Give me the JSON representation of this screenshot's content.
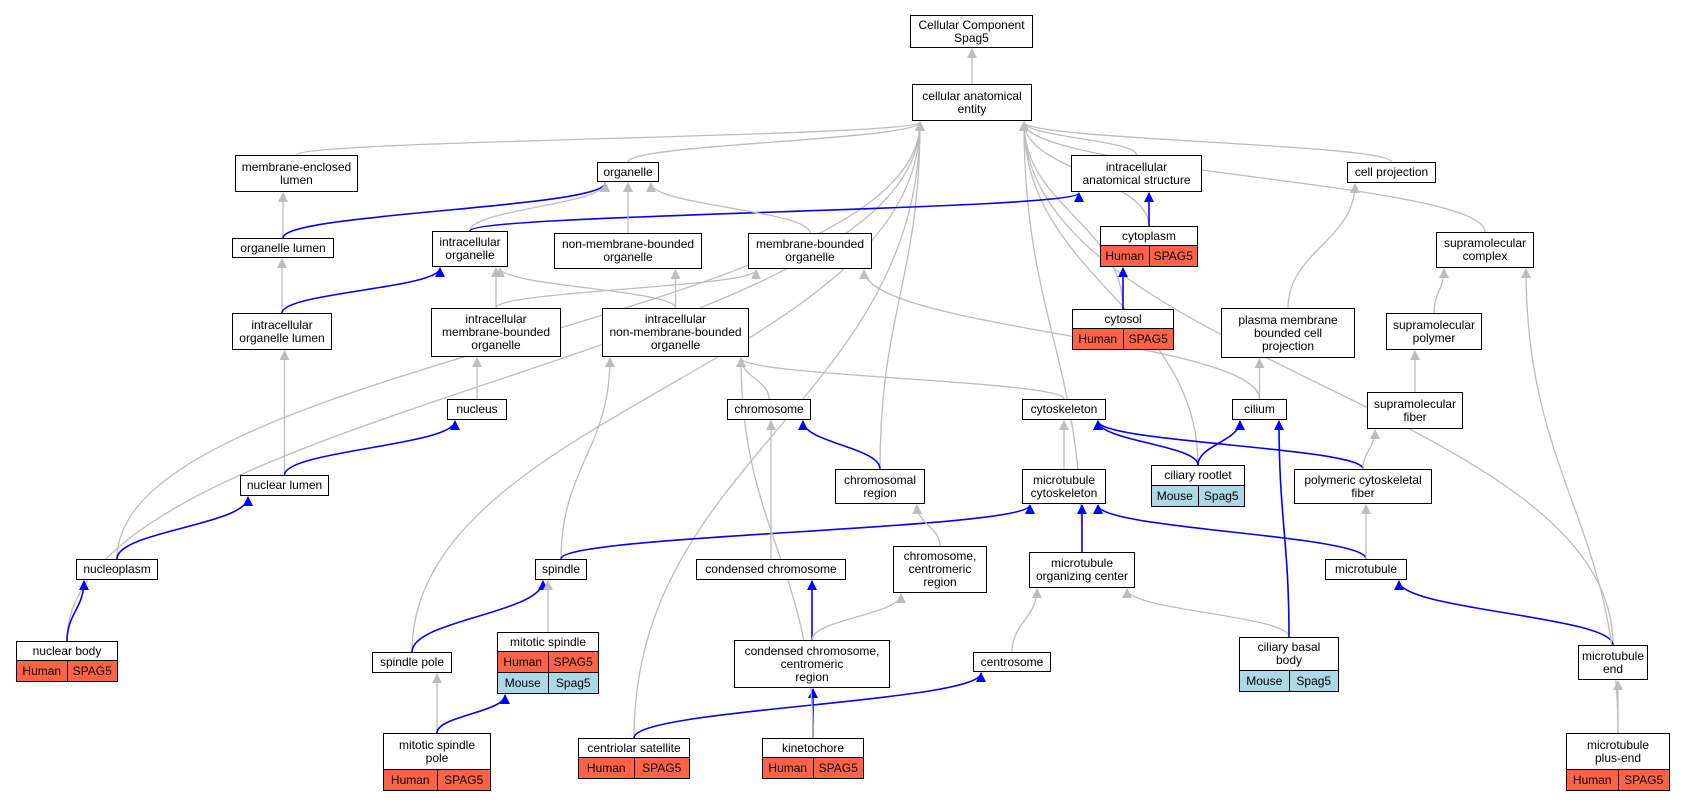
{
  "colors": {
    "is_a": "#bdbdbd",
    "part_of": "#0000ff",
    "human": "#ff6347",
    "mouse": "#add8e6"
  },
  "nodes": {
    "root": {
      "label": "Cellular Component\nSpag5"
    },
    "cae": {
      "label": "cellular anatomical\nentity"
    },
    "mel": {
      "label": "membrane-enclosed\nlumen"
    },
    "organelle": {
      "label": "organelle"
    },
    "ias": {
      "label": "intracellular\nanatomical structure"
    },
    "cellproj": {
      "label": "cell projection"
    },
    "orglumen": {
      "label": "organelle lumen"
    },
    "intorg": {
      "label": "intracellular\norganelle"
    },
    "nmbo": {
      "label": "non-membrane-bounded\norganelle"
    },
    "mbo": {
      "label": "membrane-bounded\norganelle"
    },
    "cytoplasm": {
      "label": "cytoplasm",
      "tags": [
        {
          "species": "Human",
          "gene": "SPAG5"
        }
      ]
    },
    "smc": {
      "label": "supramolecular\ncomplex"
    },
    "iol": {
      "label": "intracellular\norganelle lumen"
    },
    "imbo": {
      "label": "intracellular\nmembrane-bounded\norganelle"
    },
    "inmbo": {
      "label": "intracellular\nnon-membrane-bounded\norganelle"
    },
    "cytosol": {
      "label": "cytosol",
      "tags": [
        {
          "species": "Human",
          "gene": "SPAG5"
        }
      ]
    },
    "pmbcp": {
      "label": "plasma membrane\nbounded cell\nprojection"
    },
    "smp": {
      "label": "supramolecular\npolymer"
    },
    "nucleus": {
      "label": "nucleus"
    },
    "chromosome": {
      "label": "chromosome"
    },
    "cytoskeleton": {
      "label": "cytoskeleton"
    },
    "cilium": {
      "label": "cilium"
    },
    "smf": {
      "label": "supramolecular\nfiber"
    },
    "nuclumen": {
      "label": "nuclear lumen"
    },
    "chromreg": {
      "label": "chromosomal\nregion"
    },
    "mtcyto": {
      "label": "microtubule\ncytoskeleton"
    },
    "rootlet": {
      "label": "ciliary rootlet",
      "tags": [
        {
          "species": "Mouse",
          "gene": "Spag5"
        }
      ]
    },
    "pcf": {
      "label": "polymeric cytoskeletal\nfiber"
    },
    "nucleoplasm": {
      "label": "nucleoplasm"
    },
    "spindle": {
      "label": "spindle"
    },
    "condchrom": {
      "label": "condensed chromosome"
    },
    "chromcen": {
      "label": "chromosome,\ncentromeric\nregion"
    },
    "mtoc": {
      "label": "microtubule\norganizing center"
    },
    "microtubule": {
      "label": "microtubule"
    },
    "nucbody": {
      "label": "nuclear body",
      "tags": [
        {
          "species": "Human",
          "gene": "SPAG5"
        }
      ]
    },
    "spole": {
      "label": "spindle pole"
    },
    "mitspindle": {
      "label": "mitotic spindle",
      "tags": [
        {
          "species": "Human",
          "gene": "SPAG5"
        },
        {
          "species": "Mouse",
          "gene": "Spag5"
        }
      ]
    },
    "ccc": {
      "label": "condensed chromosome,\ncentromeric\nregion"
    },
    "centrosome": {
      "label": "centrosome"
    },
    "basalbody": {
      "label": "ciliary basal\nbody",
      "tags": [
        {
          "species": "Mouse",
          "gene": "Spag5"
        }
      ]
    },
    "mtend": {
      "label": "microtubule\nend"
    },
    "msp": {
      "label": "mitotic spindle\npole",
      "tags": [
        {
          "species": "Human",
          "gene": "SPAG5"
        }
      ]
    },
    "censat": {
      "label": "centriolar satellite",
      "tags": [
        {
          "species": "Human",
          "gene": "SPAG5"
        }
      ]
    },
    "kinetochore": {
      "label": "kinetochore",
      "tags": [
        {
          "species": "Human",
          "gene": "SPAG5"
        }
      ]
    },
    "mtplus": {
      "label": "microtubule\nplus-end",
      "tags": [
        {
          "species": "Human",
          "gene": "SPAG5"
        }
      ]
    }
  },
  "edges": [
    {
      "from": "cae",
      "to": "root",
      "kind": "is_a"
    },
    {
      "from": "mel",
      "to": "cae",
      "kind": "is_a"
    },
    {
      "from": "organelle",
      "to": "cae",
      "kind": "is_a"
    },
    {
      "from": "ias",
      "to": "cae",
      "kind": "is_a"
    },
    {
      "from": "cellproj",
      "to": "cae",
      "kind": "is_a"
    },
    {
      "from": "smc",
      "to": "cae",
      "kind": "is_a"
    },
    {
      "from": "cytoplasm",
      "to": "cae",
      "kind": "is_a"
    },
    {
      "from": "cytosol",
      "to": "cae",
      "kind": "is_a"
    },
    {
      "from": "chromreg",
      "to": "cae",
      "kind": "is_a"
    },
    {
      "from": "mtoc",
      "to": "cae",
      "kind": "is_a"
    },
    {
      "from": "rootlet",
      "to": "cae",
      "kind": "is_a"
    },
    {
      "from": "mtend",
      "to": "cae",
      "kind": "is_a"
    },
    {
      "from": "nucleoplasm",
      "to": "cae",
      "kind": "is_a"
    },
    {
      "from": "nucbody",
      "to": "cae",
      "kind": "is_a"
    },
    {
      "from": "spole",
      "to": "cae",
      "kind": "is_a"
    },
    {
      "from": "censat",
      "to": "cae",
      "kind": "is_a"
    },
    {
      "from": "orglumen",
      "to": "mel",
      "kind": "is_a"
    },
    {
      "from": "orglumen",
      "to": "organelle",
      "kind": "part_of"
    },
    {
      "from": "intorg",
      "to": "organelle",
      "kind": "is_a"
    },
    {
      "from": "intorg",
      "to": "ias",
      "kind": "part_of"
    },
    {
      "from": "nmbo",
      "to": "organelle",
      "kind": "is_a"
    },
    {
      "from": "mbo",
      "to": "organelle",
      "kind": "is_a"
    },
    {
      "from": "cytoplasm",
      "to": "ias",
      "kind": "part_of"
    },
    {
      "from": "cytosol",
      "to": "cytoplasm",
      "kind": "part_of"
    },
    {
      "from": "iol",
      "to": "orglumen",
      "kind": "is_a"
    },
    {
      "from": "iol",
      "to": "intorg",
      "kind": "part_of"
    },
    {
      "from": "imbo",
      "to": "intorg",
      "kind": "is_a"
    },
    {
      "from": "imbo",
      "to": "mbo",
      "kind": "is_a"
    },
    {
      "from": "inmbo",
      "to": "intorg",
      "kind": "is_a"
    },
    {
      "from": "inmbo",
      "to": "nmbo",
      "kind": "is_a"
    },
    {
      "from": "pmbcp",
      "to": "cellproj",
      "kind": "is_a"
    },
    {
      "from": "smp",
      "to": "smc",
      "kind": "is_a"
    },
    {
      "from": "nucleus",
      "to": "imbo",
      "kind": "is_a"
    },
    {
      "from": "nuclumen",
      "to": "iol",
      "kind": "is_a"
    },
    {
      "from": "nuclumen",
      "to": "nucleus",
      "kind": "part_of"
    },
    {
      "from": "chromosome",
      "to": "inmbo",
      "kind": "is_a"
    },
    {
      "from": "cytoskeleton",
      "to": "inmbo",
      "kind": "is_a"
    },
    {
      "from": "cilium",
      "to": "pmbcp",
      "kind": "is_a"
    },
    {
      "from": "cilium",
      "to": "mbo",
      "kind": "is_a"
    },
    {
      "from": "smf",
      "to": "smp",
      "kind": "is_a"
    },
    {
      "from": "chromreg",
      "to": "chromosome",
      "kind": "part_of"
    },
    {
      "from": "mtcyto",
      "to": "cytoskeleton",
      "kind": "is_a"
    },
    {
      "from": "rootlet",
      "to": "cytoskeleton",
      "kind": "part_of"
    },
    {
      "from": "rootlet",
      "to": "cilium",
      "kind": "part_of"
    },
    {
      "from": "pcf",
      "to": "cytoskeleton",
      "kind": "part_of"
    },
    {
      "from": "pcf",
      "to": "smf",
      "kind": "is_a"
    },
    {
      "from": "nucleoplasm",
      "to": "nuclumen",
      "kind": "part_of"
    },
    {
      "from": "spindle",
      "to": "inmbo",
      "kind": "is_a"
    },
    {
      "from": "spindle",
      "to": "mtcyto",
      "kind": "part_of"
    },
    {
      "from": "condchrom",
      "to": "chromosome",
      "kind": "is_a"
    },
    {
      "from": "chromcen",
      "to": "chromreg",
      "kind": "is_a"
    },
    {
      "from": "mtoc",
      "to": "mtcyto",
      "kind": "part_of"
    },
    {
      "from": "microtubule",
      "to": "mtcyto",
      "kind": "part_of"
    },
    {
      "from": "microtubule",
      "to": "pcf",
      "kind": "is_a"
    },
    {
      "from": "nucbody",
      "to": "nucleoplasm",
      "kind": "part_of"
    },
    {
      "from": "spole",
      "to": "spindle",
      "kind": "part_of"
    },
    {
      "from": "mitspindle",
      "to": "spindle",
      "kind": "is_a"
    },
    {
      "from": "ccc",
      "to": "condchrom",
      "kind": "part_of"
    },
    {
      "from": "ccc",
      "to": "chromcen",
      "kind": "is_a"
    },
    {
      "from": "centrosome",
      "to": "mtoc",
      "kind": "is_a"
    },
    {
      "from": "basalbody",
      "to": "mtoc",
      "kind": "is_a"
    },
    {
      "from": "basalbody",
      "to": "cilium",
      "kind": "part_of"
    },
    {
      "from": "mtend",
      "to": "microtubule",
      "kind": "part_of"
    },
    {
      "from": "msp",
      "to": "spole",
      "kind": "is_a"
    },
    {
      "from": "msp",
      "to": "mitspindle",
      "kind": "part_of"
    },
    {
      "from": "censat",
      "to": "centrosome",
      "kind": "part_of"
    },
    {
      "from": "kinetochore",
      "to": "ccc",
      "kind": "part_of"
    },
    {
      "from": "kinetochore",
      "to": "inmbo",
      "kind": "is_a"
    },
    {
      "from": "mtplus",
      "to": "mtend",
      "kind": "is_a"
    },
    {
      "from": "mtplus",
      "to": "smc",
      "kind": "is_a"
    }
  ]
}
